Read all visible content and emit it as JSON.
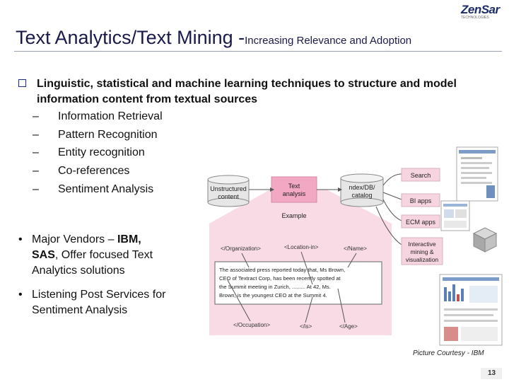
{
  "header": {
    "title_main": "Text Analytics/Text Mining -",
    "title_sub": "Increasing Relevance and Adoption",
    "logo_name": "ZenSar",
    "logo_tag": "TECHNOLOGIES"
  },
  "main_bullet": "Linguistic, statistical and machine learning techniques to structure and model information content from textual sources",
  "sub_items": [
    "Information Retrieval",
    "Pattern Recognition",
    "Entity recognition",
    "Co-references",
    "Sentiment Analysis"
  ],
  "dash": "–",
  "vendors": {
    "prefix": "Major Vendors – ",
    "ibm": "IBM,",
    "sas": "SAS",
    "rest": ", Offer focused Text Analytics solutions"
  },
  "listening": "Listening Post Services for Sentiment Analysis",
  "bullet_dot": "•",
  "diagram": {
    "unstructured_1": "Unstructured",
    "unstructured_2": "content",
    "text_analysis_1": "Text",
    "text_analysis_2": "analysis",
    "index_1": "ndex/DB/",
    "index_2": "catalog",
    "search": "Search",
    "bi_apps": "BI apps",
    "ecm_apps": "ECM apps",
    "interactive_1": "Interactive",
    "interactive_2": "mining &",
    "interactive_3": "visualization",
    "example": "Example",
    "tag_org": "</Organization>",
    "tag_loc": "<Location-in>",
    "tag_name": "</Name>",
    "tag_occ": "</Occupation>",
    "tag_is": "</is>",
    "tag_age": "</Age>",
    "example_lines": [
      "The associated press reported today that, Ms Brown,",
      "CEO of Textract Corp, has been recently spotted at",
      "the Summit meeting in Zurich, ......... At 42, Ms.",
      "Brown, is the youngest CEO at the Summit 4."
    ]
  },
  "courtesy": "Picture Courtesy - IBM",
  "page_number": "13",
  "colors": {
    "title": "#1a1a4a",
    "logo": "#1b2c6b",
    "pink": "#f7d5e0",
    "highlight": "#c0392b"
  }
}
